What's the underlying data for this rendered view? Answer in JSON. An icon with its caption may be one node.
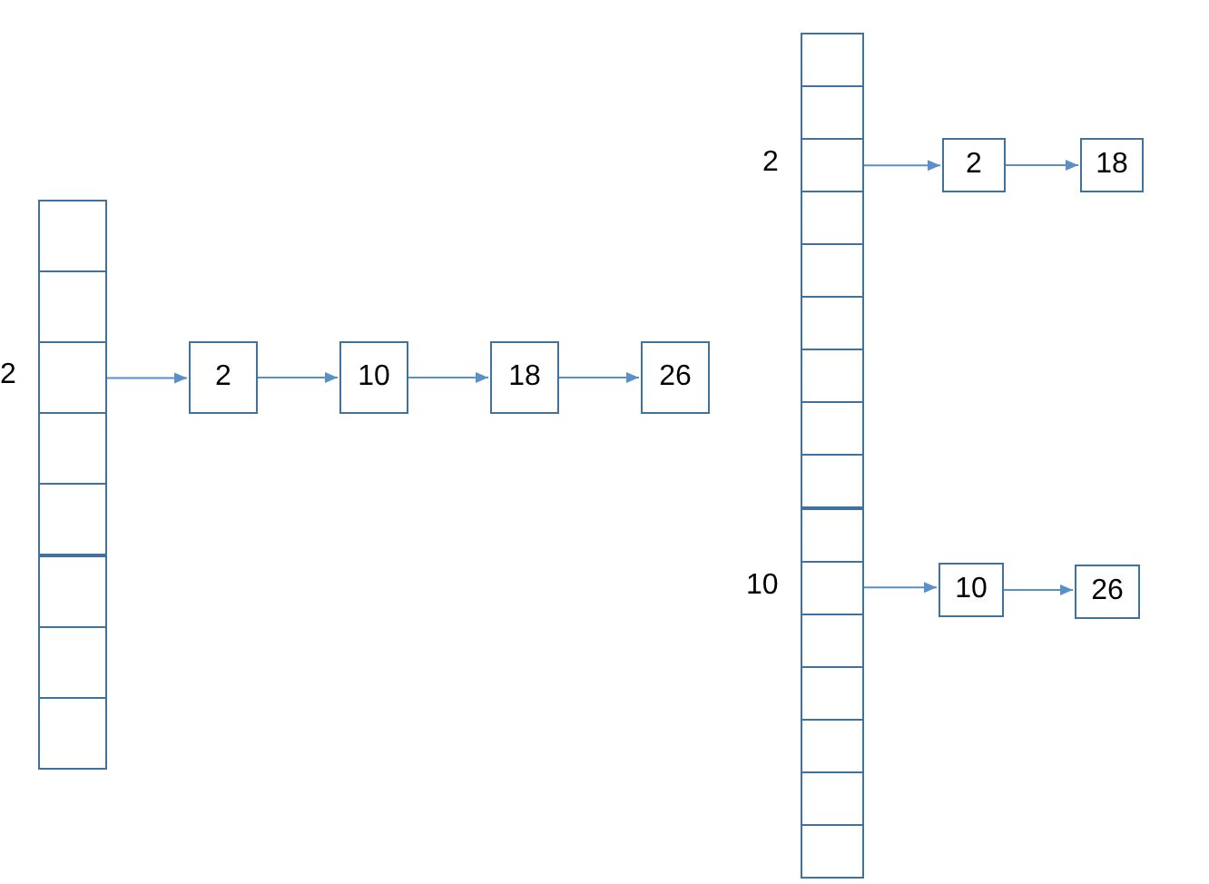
{
  "diagram": {
    "nodes": [
      {
        "text": [],
        "shape": "box"
      },
      {
        "text": [],
        "shape": "box"
      },
      {
        "text": [],
        "shape": "box",
        "beside": [
          "2"
        ]
      },
      {
        "text": [],
        "shape": "box"
      },
      {
        "text": [],
        "shape": "box"
      },
      {
        "text": [],
        "shape": "box"
      },
      {
        "text": [],
        "shape": "box"
      },
      {
        "text": [],
        "shape": "box"
      },
      {
        "text": [
          "2"
        ]
      },
      {
        "text": [
          "10"
        ]
      },
      {
        "text": [
          "18"
        ]
      },
      {
        "text": [
          "26"
        ]
      },
      {
        "text": [],
        "shape": "box"
      },
      {
        "text": [],
        "shape": "box"
      },
      {
        "text": [],
        "shape": "box",
        "beside": [
          "2"
        ]
      },
      {
        "text": [],
        "shape": "box"
      },
      {
        "text": [],
        "shape": "box"
      },
      {
        "text": [],
        "shape": "box"
      },
      {
        "text": [],
        "shape": "box"
      },
      {
        "text": [],
        "shape": "box"
      },
      {
        "text": [],
        "shape": "box"
      },
      {
        "text": [],
        "shape": "box"
      },
      {
        "text": [],
        "shape": "box",
        "beside": [
          "10"
        ]
      },
      {
        "text": [],
        "shape": "box"
      },
      {
        "text": [],
        "shape": "box"
      },
      {
        "text": [],
        "shape": "box"
      },
      {
        "text": [],
        "shape": "box"
      },
      {
        "text": [],
        "shape": "box"
      },
      {
        "text": [
          "2"
        ]
      },
      {
        "text": [
          "18"
        ]
      },
      {
        "text": [
          "10"
        ]
      },
      {
        "text": [
          "26"
        ]
      }
    ],
    "edges": [
      {
        "from": 2,
        "to": 8,
        "arrow": "to"
      },
      {
        "from": 8,
        "to": 9,
        "arrow": "to"
      },
      {
        "from": 9,
        "to": 10,
        "arrow": "to"
      },
      {
        "from": 10,
        "to": 11,
        "arrow": "to"
      },
      {
        "from": 14,
        "to": 28,
        "arrow": "to"
      },
      {
        "from": 28,
        "to": 29,
        "arrow": "to"
      },
      {
        "from": 22,
        "to": 30,
        "arrow": "to"
      },
      {
        "from": 30,
        "to": 31,
        "arrow": "to"
      }
    ]
  }
}
